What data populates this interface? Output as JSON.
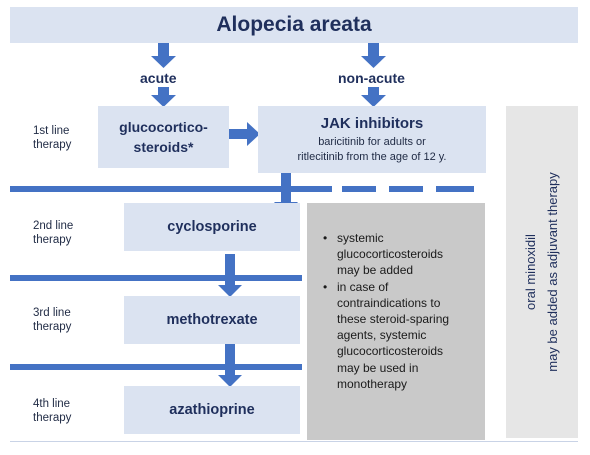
{
  "title": "Alopecia areata",
  "branches": {
    "acute": "acute",
    "non_acute": "non-acute"
  },
  "first_line": {
    "label_line1": "1st line",
    "label_line2": "therapy",
    "gluco_line1": "glucocortico-",
    "gluco_line2": "steroids*",
    "jak_title": "JAK inhibitors",
    "jak_line1": "baricitinib for adults or",
    "jak_line2": "ritlecitinib from the age of 12 y."
  },
  "second_line": {
    "label_line1": "2nd line",
    "label_line2": "therapy",
    "drug": "cyclosporine"
  },
  "third_line": {
    "label_line1": "3rd line",
    "label_line2": "therapy",
    "drug": "methotrexate"
  },
  "fourth_line": {
    "label_line1": "4th line",
    "label_line2": "therapy",
    "drug": "azathioprine"
  },
  "note": {
    "bullet1_lines": [
      "systemic",
      "glucocorticosteroids",
      "may be added"
    ],
    "bullet2_lines": [
      "in case of",
      "contraindications to",
      "these steroid-sparing",
      "agents, systemic",
      "glucocorticosteroids",
      "may be used in",
      "monotherapy"
    ]
  },
  "adjuvant": {
    "line1": "oral minoxidil",
    "line2": "may be added as adjuvant therapy"
  },
  "colors": {
    "arrow": "#4472c4",
    "box": "#dbe3f1",
    "note": "#c9c9c9",
    "side": "#e6e6e6",
    "text": "#1f2f5c"
  }
}
